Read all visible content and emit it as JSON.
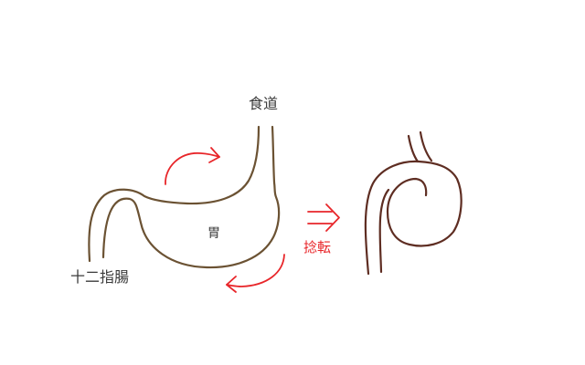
{
  "labels": {
    "esophagus": "食道",
    "stomach": "胃",
    "duodenum": "十二指腸",
    "torsion": "捻転"
  },
  "colors": {
    "organ_outline": "#6b5233",
    "twisted_outline": "#5e2d22",
    "arrow": "#e8262a",
    "text": "#3a3a3a",
    "background": "#ffffff"
  },
  "icons": {
    "rotation_arrow_top": "curved-arrow-right-icon",
    "rotation_arrow_bottom": "curved-arrow-left-icon",
    "transition_arrow": "double-arrow-right-icon"
  }
}
